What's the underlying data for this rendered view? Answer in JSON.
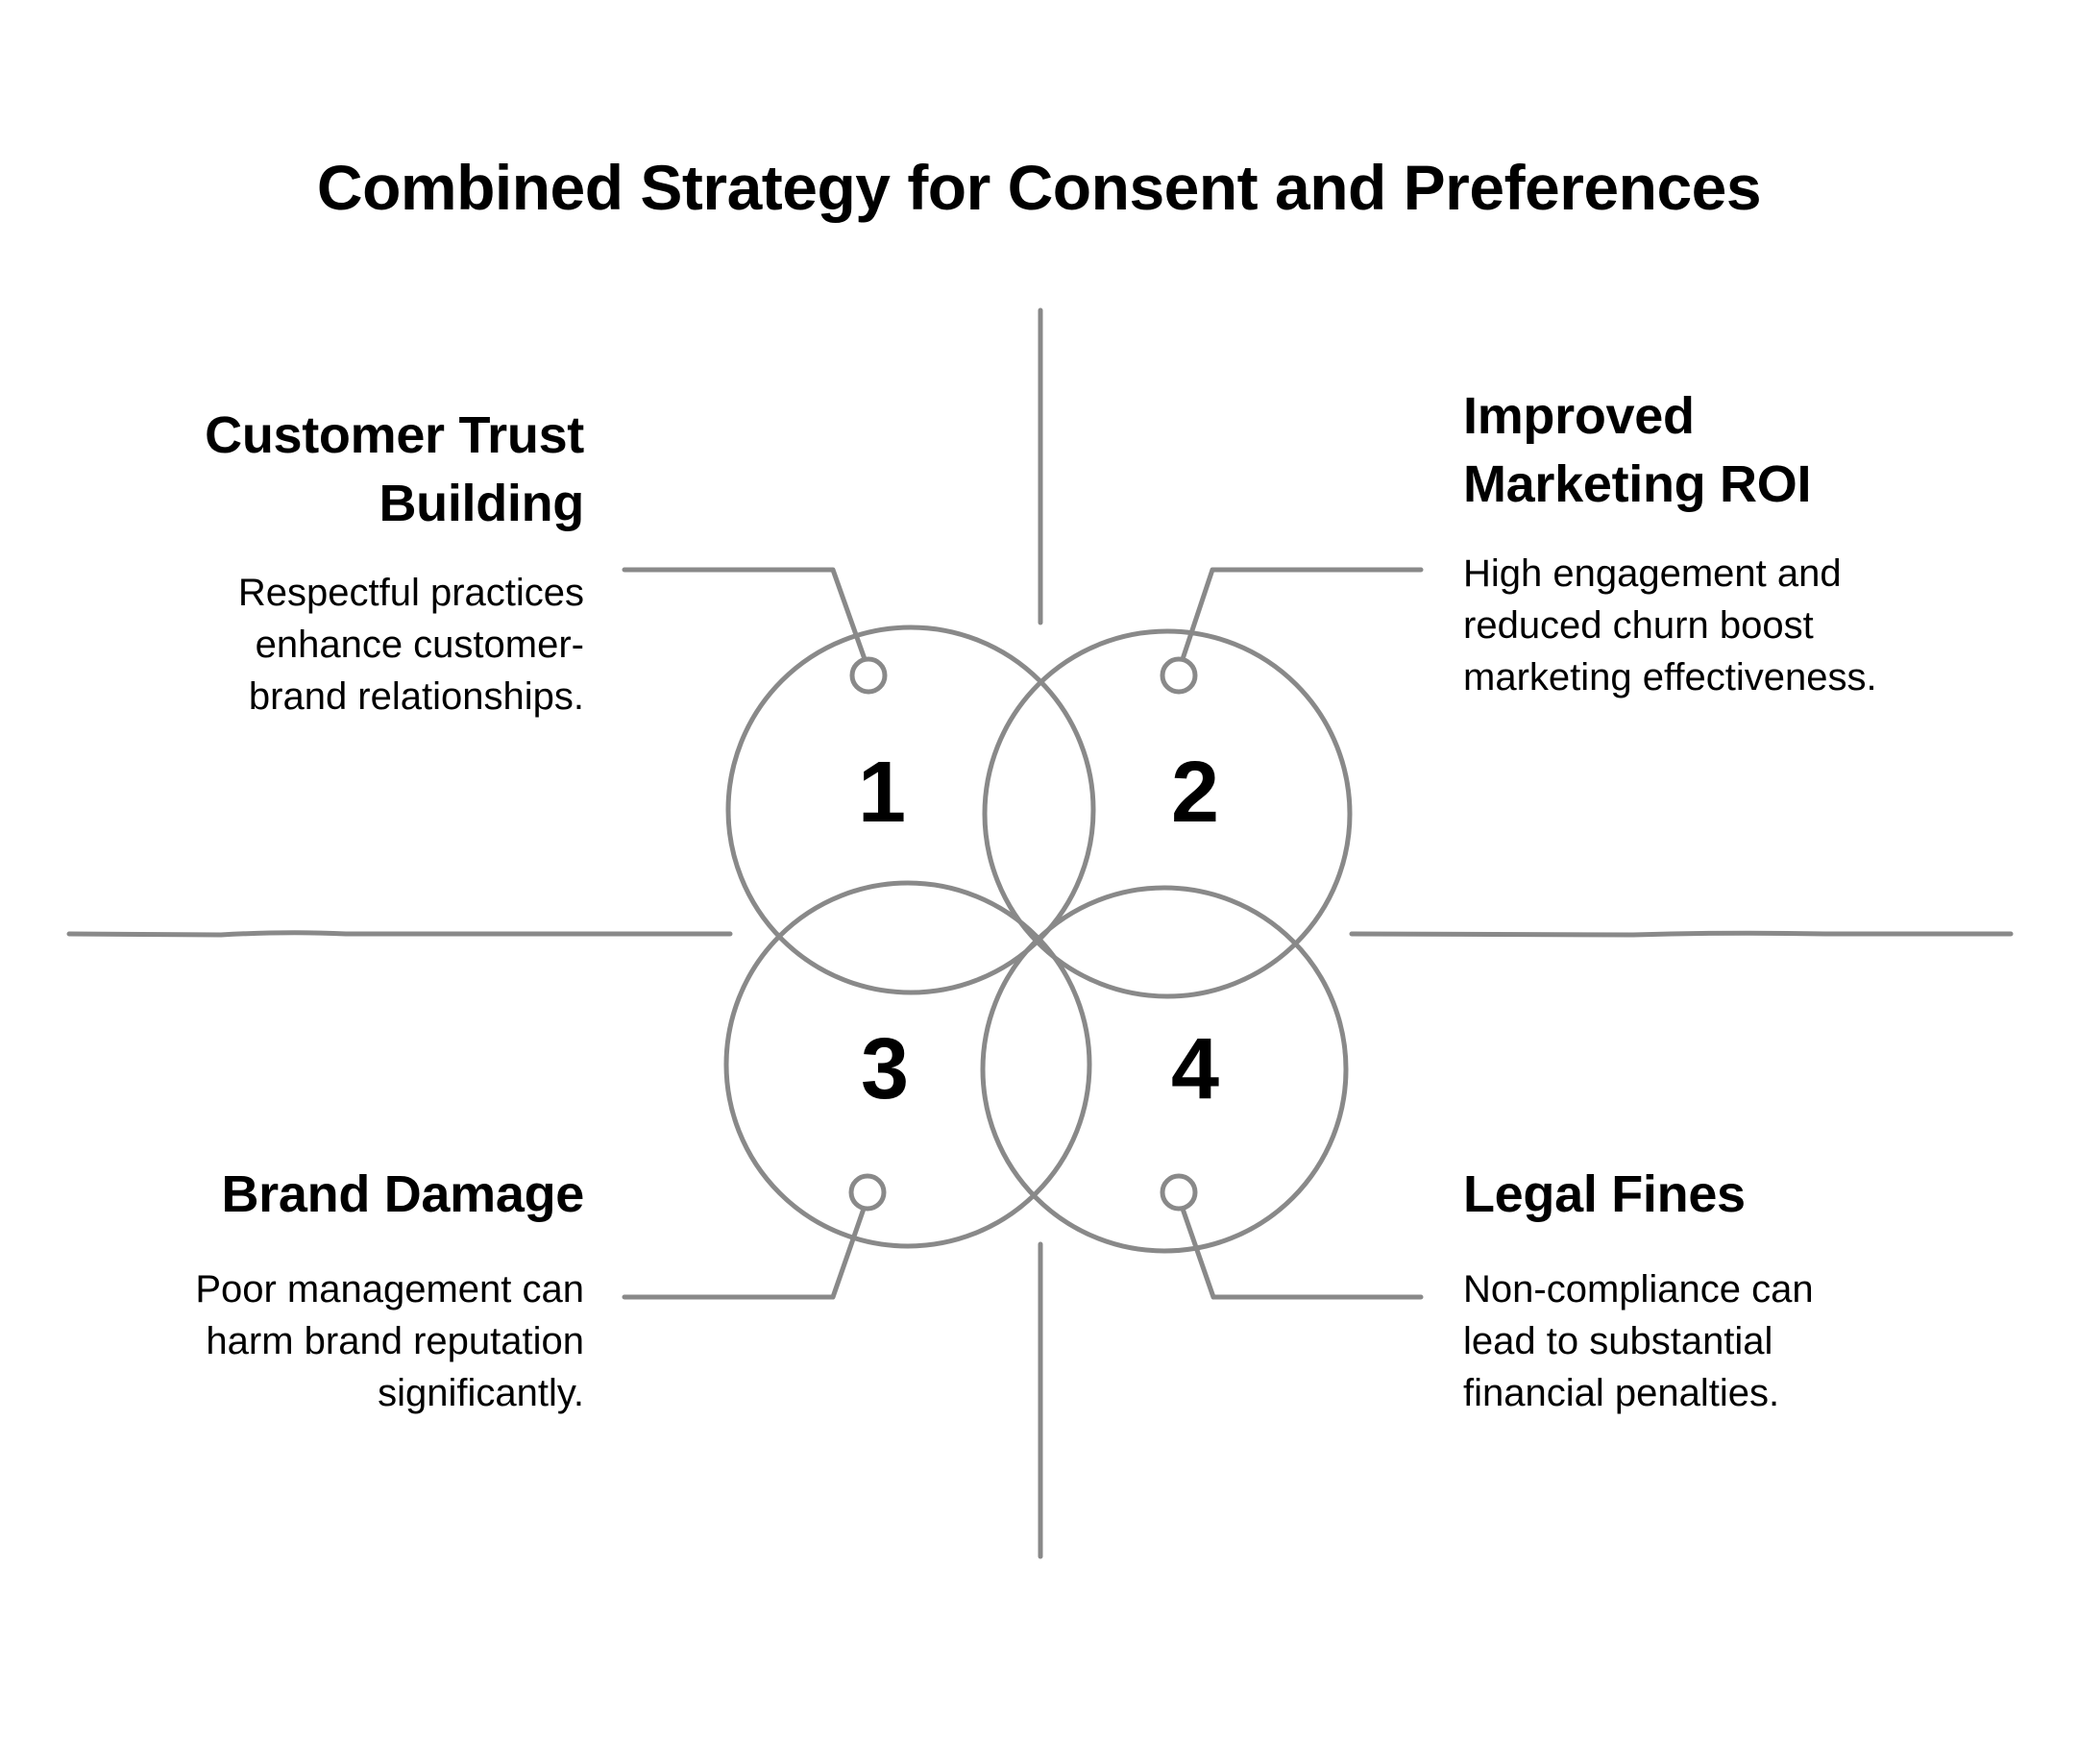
{
  "title": "Combined Strategy for Consent and Preferences",
  "colors": {
    "stroke": "#898989",
    "text": "#000000",
    "background": "#ffffff"
  },
  "quadrants": [
    {
      "number": "1",
      "heading": "Customer Trust Building",
      "heading_lines": [
        "Customer Trust",
        "Building"
      ],
      "description": "Respectful practices enhance customer-brand relationships.",
      "position": "top-left"
    },
    {
      "number": "2",
      "heading": "Improved Marketing ROI",
      "heading_lines": [
        "Improved",
        "Marketing ROI"
      ],
      "description": "High engagement and reduced churn boost marketing effectiveness.",
      "position": "top-right"
    },
    {
      "number": "3",
      "heading": "Brand Damage",
      "heading_lines": [
        "Brand Damage"
      ],
      "description": "Poor management can harm brand reputation significantly.",
      "position": "bottom-left"
    },
    {
      "number": "4",
      "heading": "Legal Fines",
      "heading_lines": [
        "Legal Fines"
      ],
      "description": "Non-compliance can lead to substantial financial penalties.",
      "position": "bottom-right"
    }
  ]
}
